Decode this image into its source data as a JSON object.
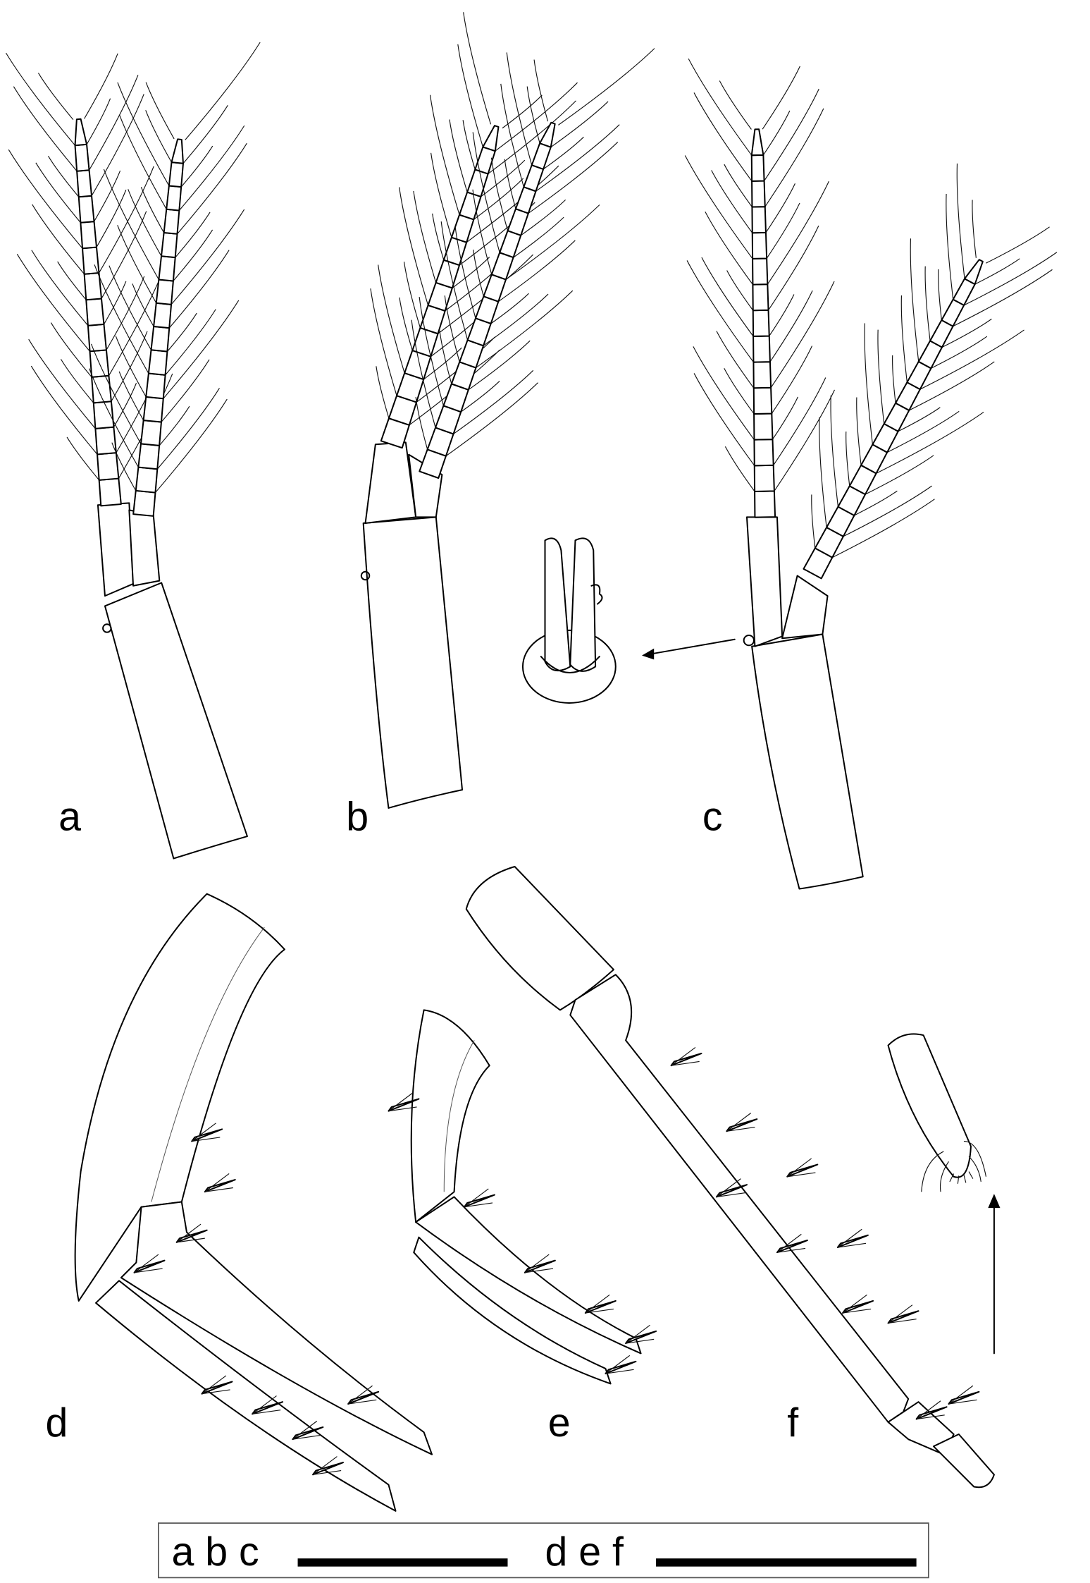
{
  "panels": [
    {
      "id": "a",
      "label": "a"
    },
    {
      "id": "b",
      "label": "b"
    },
    {
      "id": "c",
      "label": "c"
    },
    {
      "id": "d",
      "label": "d"
    },
    {
      "id": "e",
      "label": "e"
    },
    {
      "id": "f",
      "label": "f"
    }
  ],
  "scale_bars": [
    {
      "label": "a b c"
    },
    {
      "label": "d e f"
    }
  ]
}
